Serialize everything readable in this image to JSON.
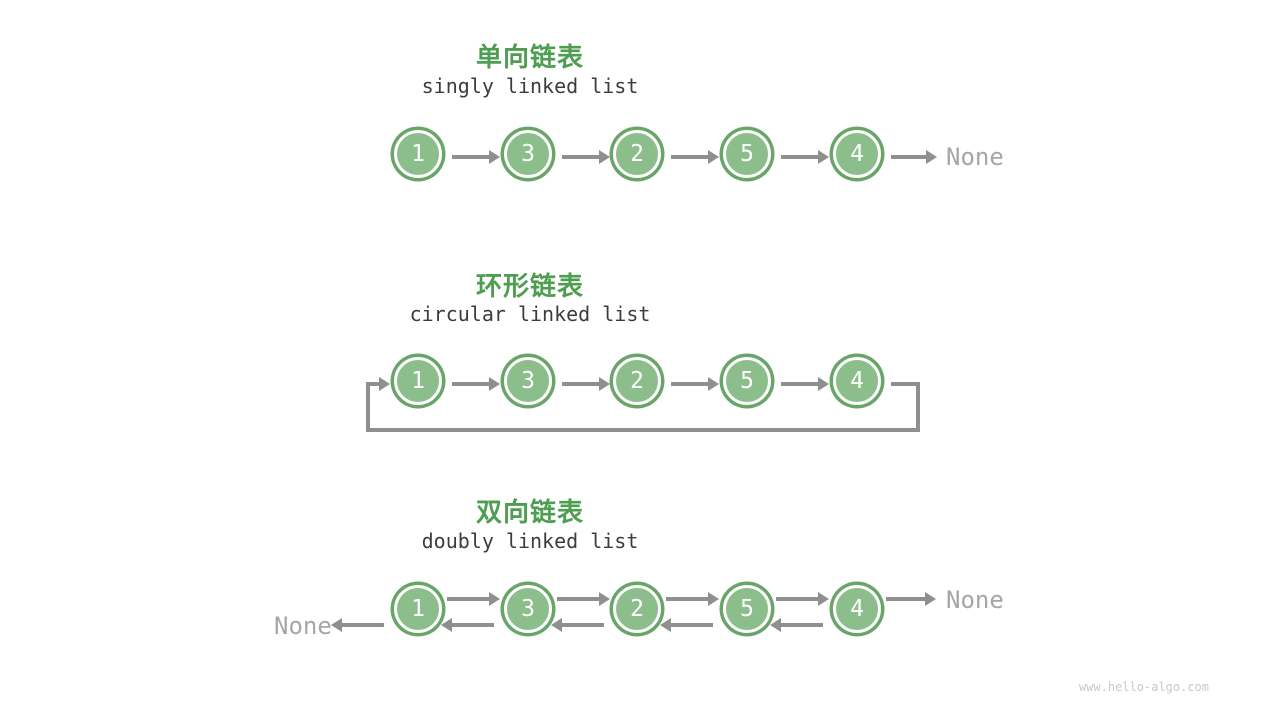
{
  "diagram": {
    "topic": "linked-list-types",
    "watermark": "www.hello-algo.com"
  },
  "colors": {
    "title_green": "#4D9E50",
    "node_fill": "#8CBE8C",
    "node_stroke": "#69A569",
    "arrow_gray": "#8F8F8F",
    "none_gray": "#A6A6A6",
    "subtitle_dark": "#3A3D40",
    "watermark_gray": "#C9C9C9",
    "background": "#FFFFFF"
  },
  "sections": {
    "singly": {
      "title": "单向链表",
      "subtitle": "singly linked list",
      "nodes": [
        "1",
        "3",
        "2",
        "5",
        "4"
      ],
      "tail_label": "None"
    },
    "circular": {
      "title": "环形链表",
      "subtitle": "circular linked list",
      "nodes": [
        "1",
        "3",
        "2",
        "5",
        "4"
      ]
    },
    "doubly": {
      "title": "双向链表",
      "subtitle": "doubly linked list",
      "nodes": [
        "1",
        "3",
        "2",
        "5",
        "4"
      ],
      "head_label": "None",
      "tail_label": "None"
    }
  }
}
